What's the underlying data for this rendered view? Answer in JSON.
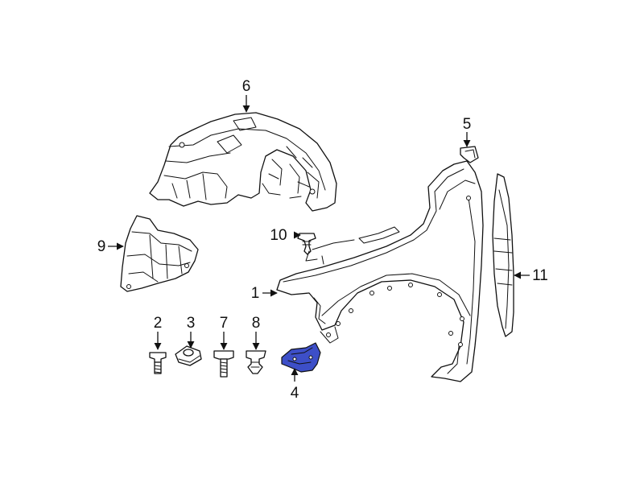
{
  "callouts": {
    "c1": "1",
    "c2": "2",
    "c3": "3",
    "c4": "4",
    "c5": "5",
    "c6": "6",
    "c7": "7",
    "c8": "8",
    "c9": "9",
    "c10": "10",
    "c11": "11"
  },
  "colors": {
    "line": "#111111",
    "highlight": "#3d4fc8",
    "background": "#ffffff"
  }
}
